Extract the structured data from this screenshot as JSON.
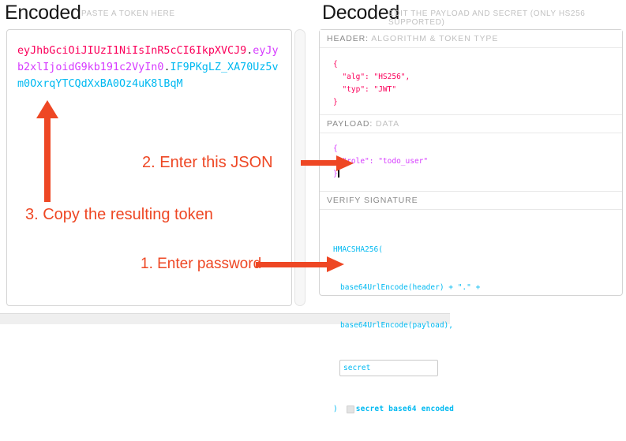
{
  "encoded": {
    "title": "Encoded",
    "subtitle": "PASTE A TOKEN HERE",
    "token": {
      "header_segment": "eyJhbGciOiJIUzI1NiIsInR5cCI6IkpXVCJ9",
      "dot1": ".",
      "payload_segment": "eyJyb2xlIjoidG9kb191c2VyIn0",
      "dot2": ".",
      "signature_segment": "IF9PKgLZ_XA70Uz5vm0OxrqYTCQdXxBA0Oz4uK8lBqM"
    }
  },
  "decoded": {
    "title": "Decoded",
    "subtitle": "EDIT THE PAYLOAD AND SECRET (ONLY HS256 SUPPORTED)",
    "header_section": {
      "label_strong": "HEADER:",
      "label_rest": " ALGORITHM & TOKEN TYPE",
      "code": "{\n  \"alg\": \"HS256\",\n  \"typ\": \"JWT\"\n}"
    },
    "payload_section": {
      "label_strong": "PAYLOAD:",
      "label_rest": " DATA",
      "code": "{\n  \"role\": \"todo_user\"\n}"
    },
    "signature_section": {
      "label": "VERIFY SIGNATURE",
      "code_line1": "HMACSHA256(",
      "code_line2": "base64UrlEncode(header) + \".\" +",
      "code_line3": "base64UrlEncode(payload),",
      "secret_value": "secret",
      "close_paren": ")",
      "checkbox_label": "secret base64 encoded"
    }
  },
  "annotations": {
    "step1": "1. Enter password",
    "step2": "2. Enter this JSON",
    "step3": "3. Copy the resulting token"
  },
  "colors": {
    "jwt_header": "#fb015b",
    "jwt_payload": "#d63aff",
    "jwt_signature": "#00b9f1",
    "annotation_red": "#ee4724",
    "label_gray": "#8a8a8a",
    "label_light_gray": "#c0c0c0"
  }
}
